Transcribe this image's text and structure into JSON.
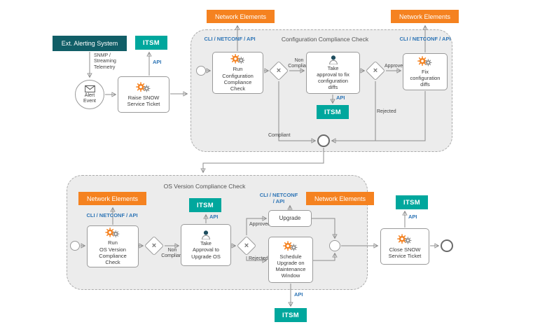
{
  "colors": {
    "orange": "#F58220",
    "teal": "#00A79D",
    "darkteal": "#115E67",
    "blue": "#2E75B6",
    "panel": "#ECECEC",
    "border": "#9a9a9a",
    "text": "#3a3a3a"
  },
  "icons": {
    "gateway_x": "×"
  },
  "top": {
    "ext_alerting": "Ext. Alerting System",
    "snmp": "SNMP /\nStreaming\nTelemetry",
    "alert_event": "Alert\nEvent",
    "raise_snow": "Raise SNOW\nService Ticket",
    "itsm": "ITSM",
    "api": "API"
  },
  "config": {
    "title": "Configuration Compliance Check",
    "network_elements_left": "Network Elements",
    "network_elements_right": "Network Elements",
    "cli_left": "CLI / NETCONF / API",
    "cli_right": "CLI / NETCONF / API",
    "run": "Run\nConfiguration\nCompliance\nCheck",
    "non_compliant": "Non\nCompliant",
    "approval": "Take\napproval to fix\nconfiguration\ndiffs",
    "api": "API",
    "itsm": "ITSM",
    "approved": "Approved",
    "rejected": "Rejected",
    "fix": "Fix\nconfiguration\ndiffs",
    "compliant": "Compliant"
  },
  "os": {
    "title": "OS Version Compliance Check",
    "network_elements_left": "Network Elements",
    "network_elements_right": "Network Elements",
    "cli_left": "CLI / NETCONF / API",
    "cli_right": "CLI / NETCONF\n/ API",
    "run": "Run\nOS Version\nCompliance\nCheck",
    "non_compliant": "Non\nCompliant",
    "approval": "Take\nApproval to\nUpgrade OS",
    "itsm_top": "ITSM",
    "itsm_bottom": "ITSM",
    "api_top": "API",
    "api_bottom": "API",
    "approved": "Approved",
    "rejected": "Rejected",
    "upgrade": "Upgrade",
    "schedule": "Schedule\nUpgrade on\nMaintenance\nWindow"
  },
  "close": {
    "box": "Close SNOW\nService Ticket",
    "itsm": "ITSM",
    "api": "API"
  }
}
